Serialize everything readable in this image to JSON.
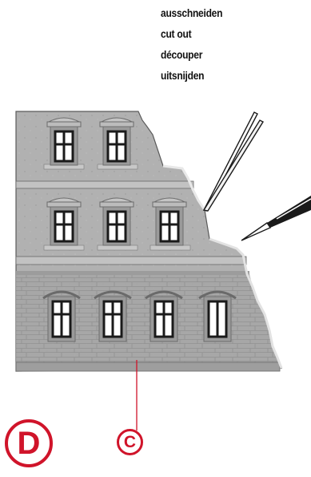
{
  "instructions": {
    "de": "ausschneiden",
    "en": "cut out",
    "fr": "découper",
    "nl": "uitsnijden"
  },
  "callout": {
    "label": "C"
  },
  "step": {
    "label": "D"
  },
  "colors": {
    "accent": "#d0142a",
    "wall": "#a9a9a9",
    "window_glass": "#ffffff",
    "text": "#111111"
  },
  "icons": [
    "tweezers-icon",
    "hobby-knife-icon"
  ]
}
